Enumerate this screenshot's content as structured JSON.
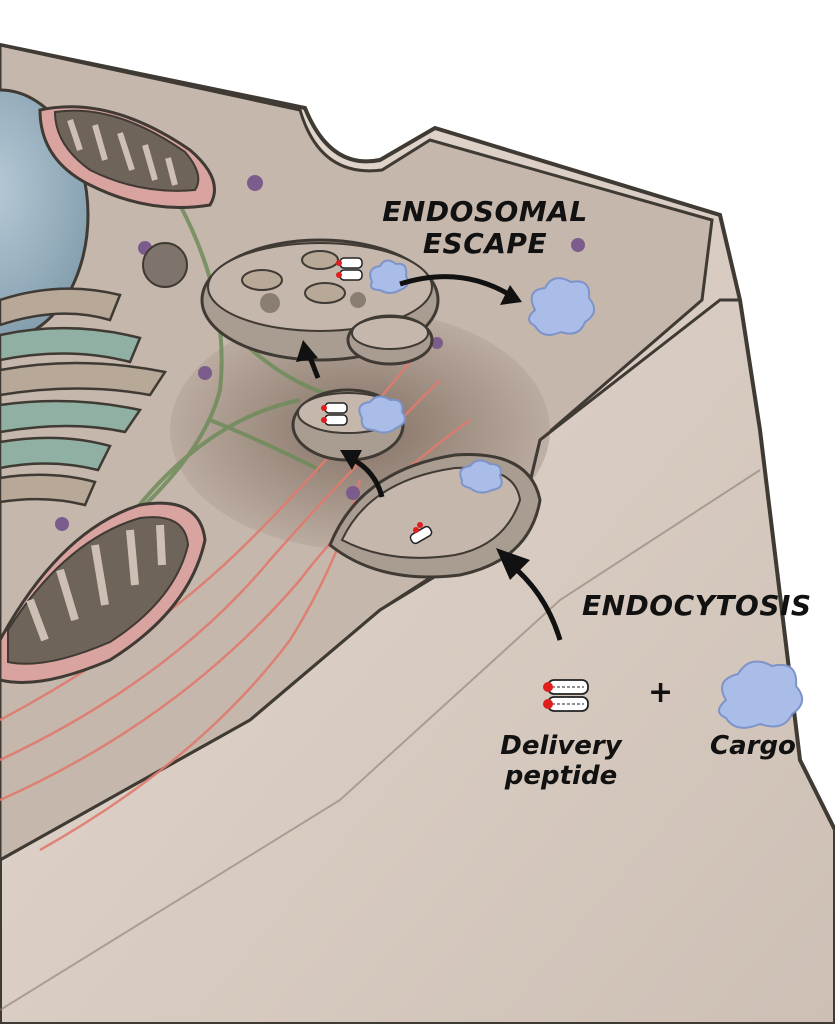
{
  "labels": {
    "endosomal_escape": [
      "ENDOSOMAL",
      "ESCAPE"
    ],
    "endocytosis": "ENDOCYTOSIS",
    "delivery_peptide": [
      "Delivery",
      "peptide"
    ],
    "plus": "+",
    "cargo": "Cargo"
  },
  "colors": {
    "cytoplasm": "#c6b7ac",
    "cell_wall": "#d9ccc2",
    "outline": "#3f3a33",
    "nucleus": "#8fa9b8",
    "mitochondria_outer": "#d9a3a0",
    "mitochondria_inner": "#6f6459",
    "er_golgi": "#8fb0a3",
    "microtubule_green": "#6f8c5a",
    "actin_red": "#e07b6f",
    "cargo": "#a9bde8",
    "peptide_tag": "#e01e1e",
    "arrow": "#111111"
  },
  "icons": [
    "arrow-icon",
    "cargo-icon",
    "delivery-peptide-icon",
    "endosome-icon",
    "mitochondrion-icon",
    "nucleus-icon",
    "golgi-icon"
  ]
}
